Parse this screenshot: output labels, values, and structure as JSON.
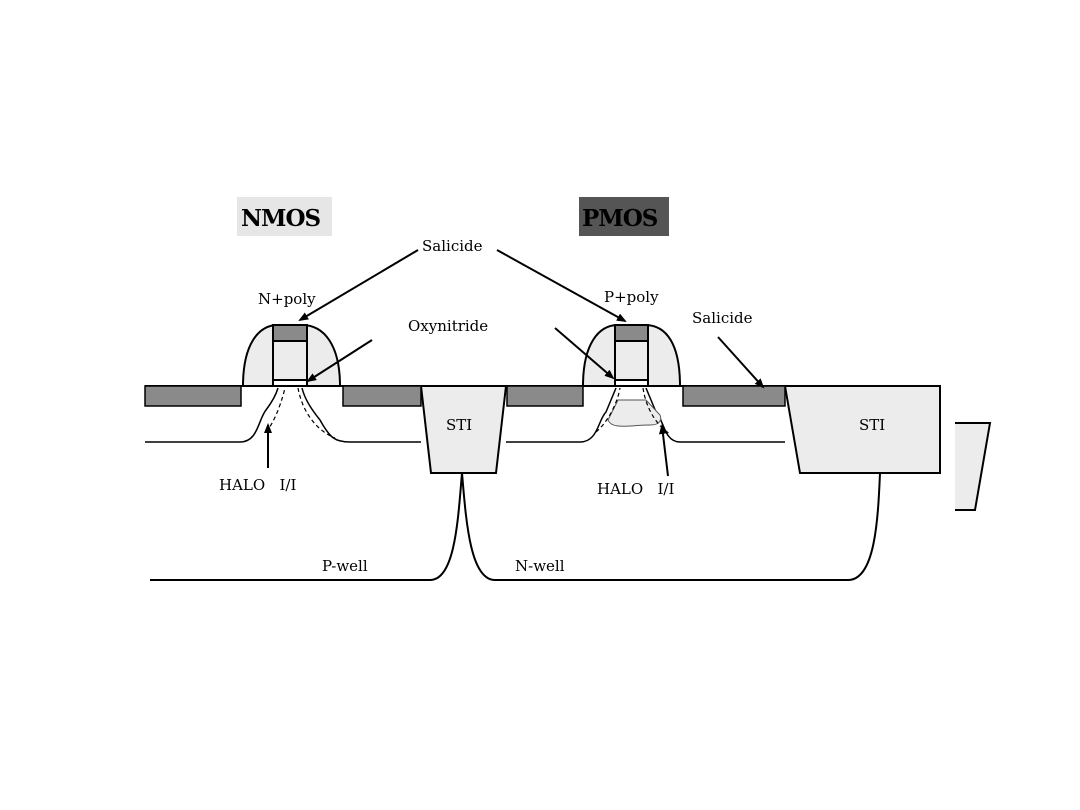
{
  "diagram": {
    "nmos_title": "NMOS",
    "pmos_title": "PMOS",
    "salicide_top": "Salicide",
    "salicide_right": "Salicide",
    "n_poly": "N+poly",
    "p_poly": "P+poly",
    "oxynitride": "Oxynitride",
    "sti_left": "STI",
    "sti_right": "STI",
    "halo_left": "HALO   I/I",
    "halo_right": "HALO   I/I",
    "p_well": "P-well",
    "n_well": "N-well"
  },
  "colors": {
    "salicide": "#8a8a8a",
    "light_fill": "#ececec",
    "pmos_box": "#555555",
    "nmos_box": "#e6e6e6"
  }
}
